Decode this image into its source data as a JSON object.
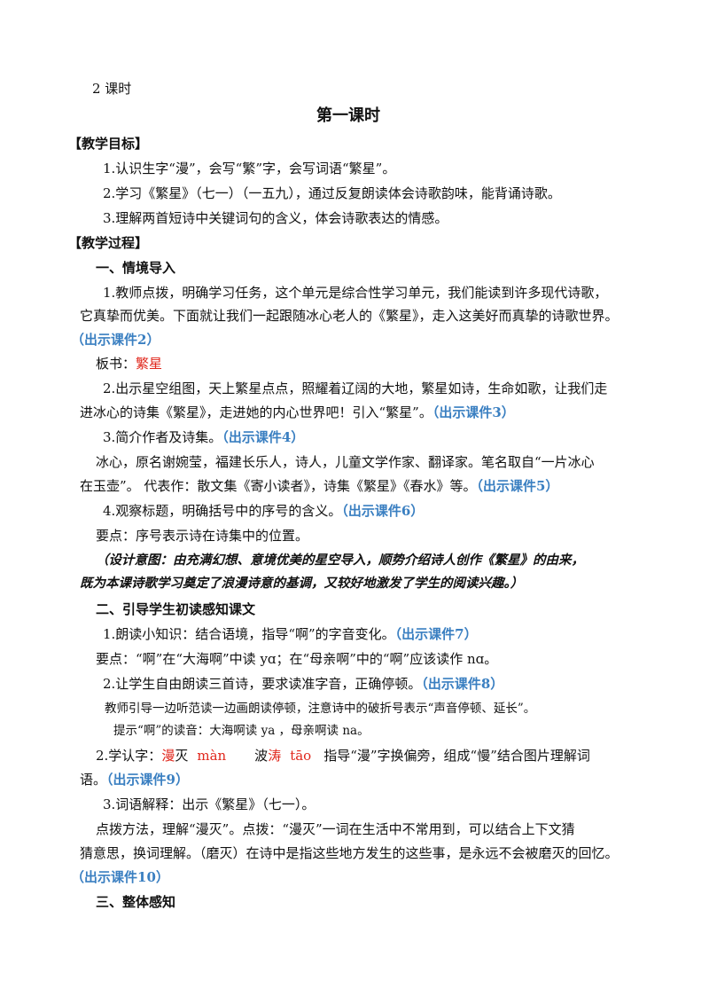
{
  "header": {
    "lesson_count": "2 课时",
    "title": "第一课时"
  },
  "goals": {
    "heading": "【教学目标】",
    "items": [
      "1.认识生字“漫”，会写“繁”字，会写词语“繁星”。",
      "2.学习《繁星》（七一）（一五九），通过反复朗读体会诗歌韵味，能背诵诗歌。",
      "3.理解两首短诗中关键词句的含义，体会诗歌表达的情感。"
    ]
  },
  "process": {
    "heading": "【教学过程】",
    "s1": {
      "heading": "一、情境导入",
      "p1a": "1.教师点拨，明确学习任务，这个单元是综合性学习单元，我们能读到许多现代诗歌，",
      "p1b": "它真挚而优美。下面就让我们一起跟随冰心老人的《繁星》，走入这美好而真挚的诗歌世界。",
      "p1c": "（出示课件2）",
      "board_label": "板书：",
      "board_value": "繁星",
      "p2a": "2.出示星空组图，天上繁星点点，照耀着辽阔的大地，繁星如诗，生命如歌，让我们走",
      "p2b": "进冰心的诗集《繁星》，走进她的内心世界吧！引入“繁星”。",
      "p2b_cue": "（出示课件3）",
      "p3": "3.简介作者及诗集。",
      "p3_cue": "（出示课件4）",
      "p3a": "冰心，原名谢婉莹，福建长乐人，诗人，儿童文学作家、翻译家。笔名取自“一片冰心",
      "p3b": "在玉壶”。 代表作：散文集《寄小读者》，诗集《繁星》《春水》等。",
      "p3b_cue": "（出示课件5）",
      "p4": "4.观察标题，明确括号中的序号的含义。",
      "p4_cue": "（出示课件6）",
      "p4_point": "要点：序号表示诗在诗集中的位置。",
      "design_a_label": "（设计意图：",
      "design_a": "由充满幻想、意境优美的星空导入，顺势介绍诗人创作《繁星》的由来，",
      "design_b": "既为本课诗歌学习奠定了浪漫诗意的基调，又较好地激发了学生的阅读兴趣。）"
    },
    "s2": {
      "heading": "二、引导学生初读感知课文",
      "p1": "1.朗读小知识：结合语境，指导“啊”的字音变化。",
      "p1_cue": "（出示课件7）",
      "p1_point": "要点：“啊”在“大海啊”中读 yɑ；在“母亲啊”中的“啊”应该读作 nɑ。",
      "p2": "2.让学生自由朗读三首诗，要求读准字音，正确停顿。",
      "p2_cue": "（出示课件8）",
      "p2_note1": "教师引导一边听范读一边画朗读停顿，注意诗中的破折号表示“声音停顿、延长”。",
      "p2_note2": "提示“啊”的读音：大海啊读 ya ，母亲啊读 na。",
      "p3_label": "2.学认字：",
      "p3_char1": "漫",
      "p3_char1_rest": "灭",
      "p3_pinyin1": "màn",
      "p3_char2_pre": "波",
      "p3_char2": "涛",
      "p3_pinyin2": "tāo",
      "p3_rest": "指导“漫”字换偏旁，组成“慢”结合图片理解词",
      "p3b": "语。",
      "p3b_cue": "（出示课件9）",
      "p4": "3.词语解释：出示《繁星》（七一）。",
      "p5a": "点拨方法，理解“漫灭”。点拨：“漫灭”一词在生活中不常用到，可以结合上下文猜",
      "p5b": "猜意思，换词理解。（磨灭）在诗中是指这些地方发生的这些事，是永远不会被磨灭的回忆。",
      "p5c": "（出示课件10）"
    },
    "s3": {
      "heading": "三、整体感知"
    }
  }
}
